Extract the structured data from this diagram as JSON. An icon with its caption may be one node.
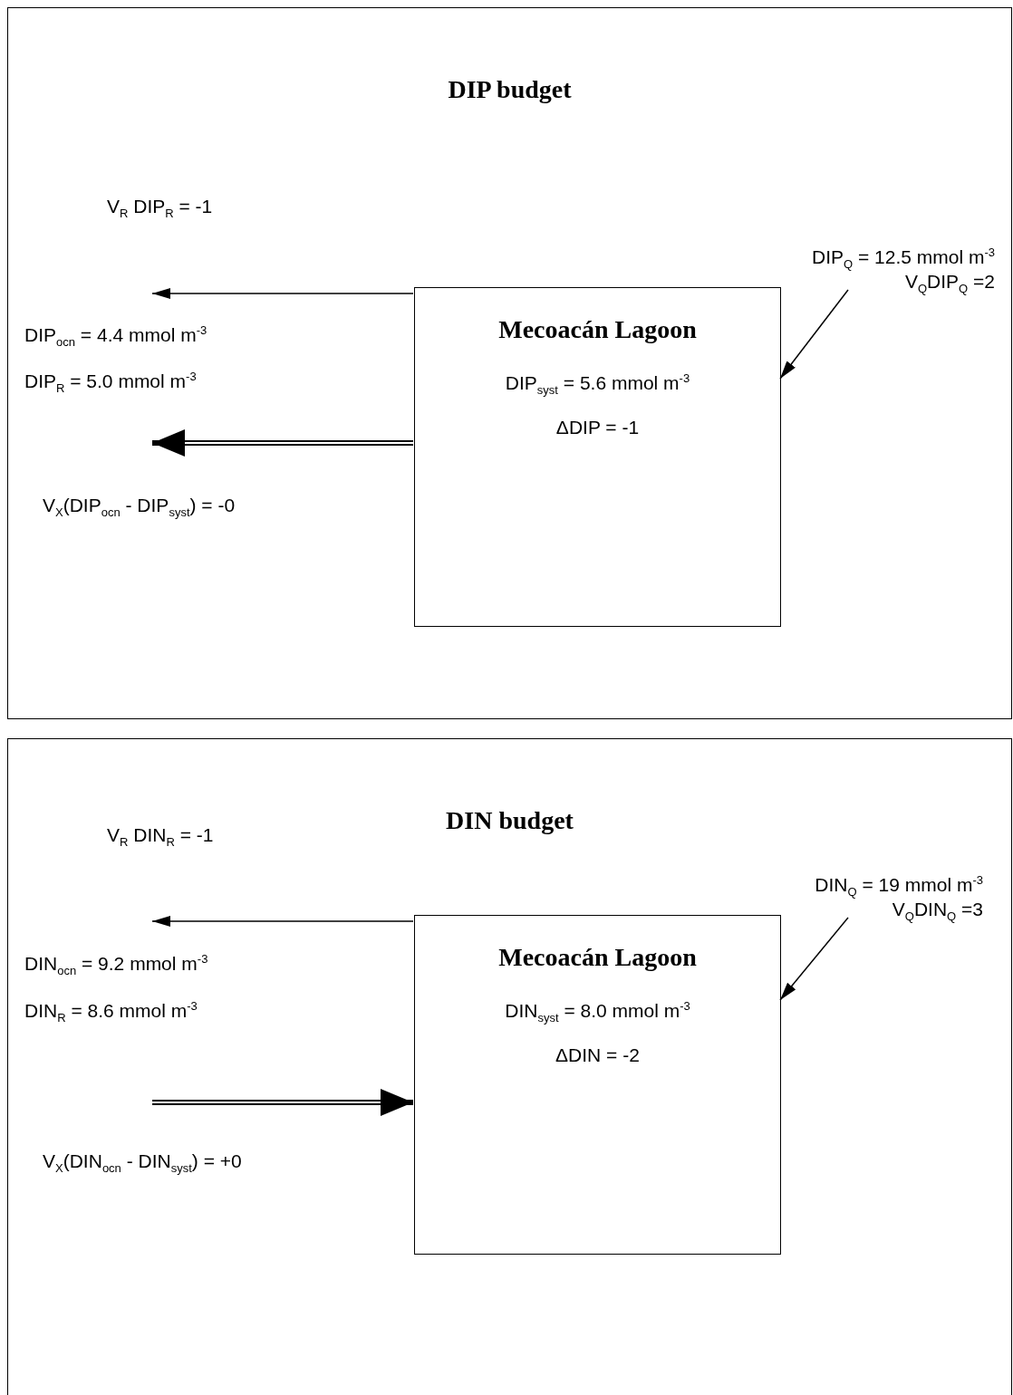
{
  "diagram": {
    "nodes": [
      {
        "text": [
          "DIP budget"
        ]
      },
      {
        "text": [
          "Mecoacán Lagoon",
          "DIP$_{syst}$ = 5.6 mmol m$^{-3}$",
          "ΔDIP = -1"
        ],
        "in": 0
      },
      {
        "text": [
          "DIN budget"
        ]
      },
      {
        "text": [
          "Mecoacán Lagoon",
          "DIN$_{syst}$ = 8.0 mmol m$^{-3}$",
          "ΔDIN = -2"
        ],
        "in": 2
      }
    ],
    "edges": [
      {
        "from": 1,
        "to": null,
        "arrow": "to"
      },
      {
        "from": 1,
        "to": null,
        "arrow": "to",
        "style": "thick"
      },
      {
        "from": null,
        "to": 1,
        "arrow": "to"
      },
      {
        "from": 3,
        "to": null,
        "arrow": "to"
      },
      {
        "from": null,
        "to": 3,
        "arrow": "to",
        "style": "thick"
      },
      {
        "from": null,
        "to": 3,
        "arrow": "to"
      }
    ],
    "labels": [
      "V$_{R}$ DIP$_{R}$ = -1",
      "DIP$_{Q}$ = 12.5 mmol m$^{-3}$",
      "V$_{Q}$DIP$_{Q}$ =2",
      "DIP$_{ocn}$ = 4.4 mmol m$^{-3}$",
      "DIP$_{R}$ = 5.0 mmol m$^{-3}$",
      "V$_{X}$(DIP$_{ocn}$ - DIP$_{syst}$) = -0",
      "V$_{R}$ DIN$_{R}$ = -1",
      "DIN$_{Q}$ = 19 mmol m$^{-3}$",
      "V$_{Q}$DIN$_{Q}$ =3",
      "DIN$_{ocn}$ = 9.2 mmol m$^{-3}$",
      "DIN$_{R}$ = 8.6 mmol m$^{-3}$",
      "V$_{X}$(DIN$_{ocn}$ - DIN$_{syst}$) = +0"
    ]
  }
}
